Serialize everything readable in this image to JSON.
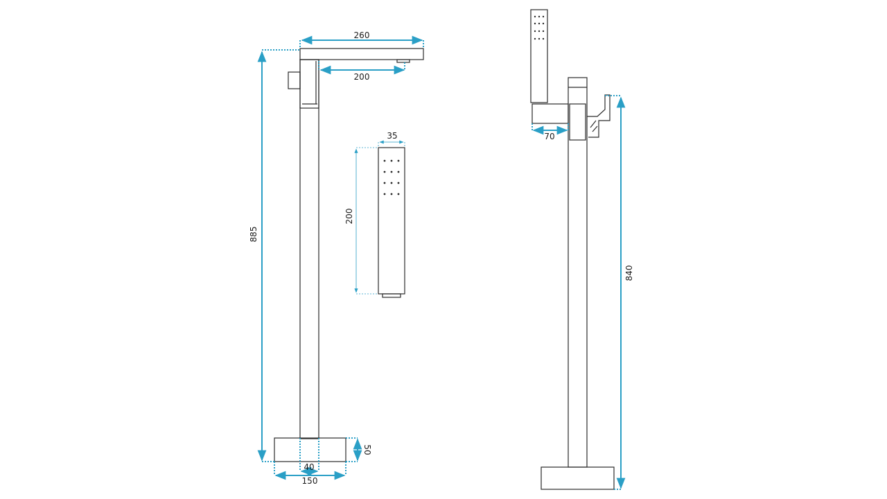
{
  "colors": {
    "outline": "#2a2a2a",
    "dimension": "#2a9fc6",
    "background": "#ffffff"
  },
  "dimensions": {
    "spout_length": "260",
    "spout_reach": "200",
    "total_height": "885",
    "handshower_width": "35",
    "handshower_length": "200",
    "base_height": "50",
    "column_width": "40",
    "base_width": "150",
    "mixer_depth": "70",
    "side_height": "840"
  }
}
